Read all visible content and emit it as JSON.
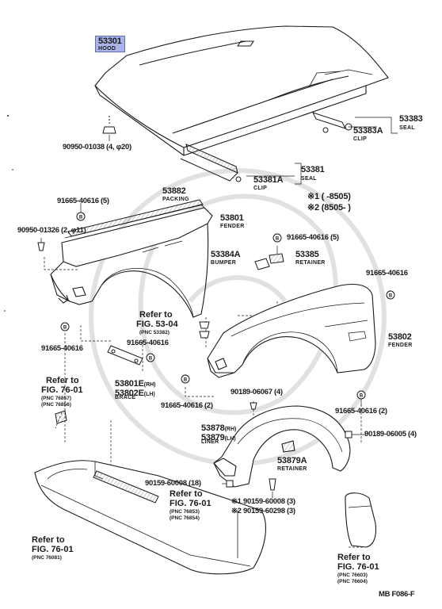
{
  "labels": {
    "hood_pn": "53301",
    "hood_name": "HOOD",
    "seal_pn": "53383",
    "seal_name": "SEAL",
    "clip_a_pn": "53383A",
    "clip_a_name": "CLIP",
    "nut_hood": "90950-01038 (4, φ20)",
    "seal2_pn": "53381",
    "seal2_name": "SEAL",
    "clip_b_pn": "53381A",
    "clip_b_name": "CLIP",
    "legend_1": "※1 (       -8505)",
    "legend_2": "※2 (8505-        )",
    "bolt_5_top": "91665-40616 (5)",
    "packing_pn": "53882",
    "packing_name": "PACKING",
    "grommet": "90950-01326 (2, φ11)",
    "fender_rh_pn": "53801",
    "fender_rh_name": "FENDER",
    "bolt_5_mid": "91665-40616 (5)",
    "bumper_pn": "53384A",
    "bumper_name": "BUMPER",
    "retainer_pn": "53385",
    "retainer_name": "RETAINER",
    "bolt_right": "91665-40616",
    "refer_1": "Refer to",
    "fig_1": "FIG. 53-04",
    "pnc_1": "(PNC 53382)",
    "bolt_left": "91665-40616",
    "bolt_center": "91665-40616",
    "fender_lh_pn": "53802",
    "fender_lh_name": "FENDER",
    "brace_rh": "53801E",
    "brace_rh_tag": "(RH)",
    "brace_lh": "53802E",
    "brace_lh_tag": "(LH)",
    "brace_name": "BRACE",
    "bolt_2_bottom": "91665-40616 (2)",
    "clip_90189_4": "90189-06067 (4)",
    "bolt_2_right": "91665-40616 (2)",
    "refer_2": "Refer to",
    "fig_2": "FIG. 76-01",
    "pnc_2a": "(PNC 76857)",
    "pnc_2b": "(PNC 76856)",
    "liner_rh": "53878",
    "liner_rh_tag": "(RH)",
    "liner_lh": "53879",
    "liner_lh_tag": "(LH)",
    "liner_name": "LINER",
    "screw_90189_4": "90189-06005 (4)",
    "retainer2_pn": "53879A",
    "retainer2_name": "RETAINER",
    "screw_18": "90159-60008 (18)",
    "refer_3": "Refer to",
    "fig_3": "FIG. 76-01",
    "pnc_3a": "(PNC 76853)",
    "pnc_3b": "(PNC 76854)",
    "screw_s1": "※1 90159-60008 (3)",
    "screw_s2": "※2 90159-60298 (3)",
    "refer_4": "Refer to",
    "fig_4": "FIG. 76-01",
    "pnc_4": "(PNC 76081)",
    "refer_5": "Refer to",
    "fig_5": "FIG. 76-01",
    "pnc_5a": "(PNC 76603)",
    "pnc_5b": "(PNC 76604)",
    "page_code": "MB  F086-F"
  },
  "colors": {
    "ink": "#1a1a1a",
    "highlight": "#a9b3e6",
    "highlight_border": "#5f6cc0",
    "watermark": "#dedede"
  }
}
